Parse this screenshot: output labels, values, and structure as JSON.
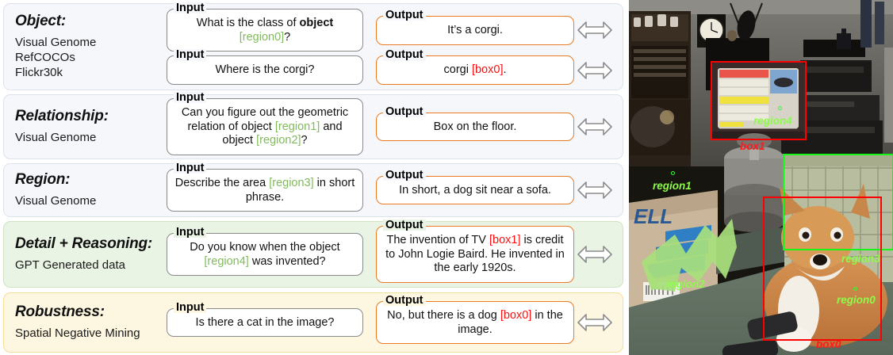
{
  "rows": [
    {
      "id": "object",
      "theme": "blue",
      "title": "Object:",
      "datasets": [
        "Visual Genome",
        "RefCOCOs",
        "Flickr30k"
      ],
      "pairs": [
        {
          "input_label": "Input",
          "input_parts": [
            {
              "t": "What is the class of ",
              "s": "plain"
            },
            {
              "t": "object",
              "s": "bold"
            },
            {
              "t": " ",
              "s": "plain"
            },
            {
              "t": "[region0]",
              "s": "region"
            },
            {
              "t": "?",
              "s": "plain"
            }
          ],
          "output_label": "Output",
          "output_parts": [
            {
              "t": "It’s a corgi.",
              "s": "plain"
            }
          ]
        },
        {
          "input_label": "Input",
          "input_parts": [
            {
              "t": "Where is the corgi?",
              "s": "plain"
            }
          ],
          "output_label": "Output",
          "output_parts": [
            {
              "t": "corgi ",
              "s": "plain"
            },
            {
              "t": "[box0]",
              "s": "box"
            },
            {
              "t": ".",
              "s": "plain"
            }
          ]
        }
      ]
    },
    {
      "id": "relationship",
      "theme": "blue",
      "title": "Relationship:",
      "datasets": [
        "Visual Genome"
      ],
      "pairs": [
        {
          "input_label": "Input",
          "input_parts": [
            {
              "t": "Can you figure out the geometric relation of object ",
              "s": "plain"
            },
            {
              "t": "[region1]",
              "s": "region"
            },
            {
              "t": " and object  ",
              "s": "plain"
            },
            {
              "t": "[region2]",
              "s": "region"
            },
            {
              "t": "?",
              "s": "plain"
            }
          ],
          "output_label": "Output",
          "output_parts": [
            {
              "t": "Box on the floor.",
              "s": "plain"
            }
          ]
        }
      ]
    },
    {
      "id": "region",
      "theme": "blue",
      "title": "Region:",
      "datasets": [
        "Visual Genome"
      ],
      "pairs": [
        {
          "input_label": "Input",
          "input_parts": [
            {
              "t": "Describe the area ",
              "s": "plain"
            },
            {
              "t": "[region3]",
              "s": "region"
            },
            {
              "t": " in short phrase.",
              "s": "plain"
            }
          ],
          "output_label": "Output",
          "output_parts": [
            {
              "t": "In short, a dog sit near a sofa.",
              "s": "plain"
            }
          ]
        }
      ]
    },
    {
      "id": "detail-reasoning",
      "theme": "green",
      "title": "Detail + Reasoning:",
      "datasets": [
        "GPT Generated data"
      ],
      "pairs": [
        {
          "input_label": "Input",
          "input_parts": [
            {
              "t": "Do you know when the object ",
              "s": "plain"
            },
            {
              "t": "[region4]",
              "s": "region"
            },
            {
              "t": " was invented?",
              "s": "plain"
            }
          ],
          "output_label": "Output",
          "output_parts": [
            {
              "t": "The invention of TV ",
              "s": "plain"
            },
            {
              "t": "[box1]",
              "s": "box"
            },
            {
              "t": " is credit to John Logie Baird. He invented in the early 1920s.",
              "s": "plain"
            }
          ]
        }
      ]
    },
    {
      "id": "robustness",
      "theme": "yellow",
      "title": "Robustness:",
      "datasets": [
        "Spatial Negative Mining"
      ],
      "pairs": [
        {
          "input_label": "Input",
          "input_parts": [
            {
              "t": "Is there a cat in the image?",
              "s": "plain"
            }
          ],
          "output_label": "Output",
          "output_parts": [
            {
              "t": "No, but there is a dog ",
              "s": "plain"
            },
            {
              "t": "[box0]",
              "s": "box"
            },
            {
              "t": " in the image.",
              "s": "plain"
            }
          ]
        }
      ]
    }
  ],
  "photo": {
    "alt": "living room scene with a corgi dog, a CRT television, a DELL cardboard box and a plaid sofa",
    "annotations": [
      {
        "kind": "bbox",
        "color": "red",
        "name": "box1"
      },
      {
        "kind": "bbox",
        "color": "red",
        "name": "box0"
      },
      {
        "kind": "bbox",
        "color": "green",
        "name": "region3"
      },
      {
        "kind": "label",
        "color": "red",
        "text": "box1"
      },
      {
        "kind": "label",
        "color": "red",
        "text": "box0"
      },
      {
        "kind": "label",
        "color": "green",
        "text": "region4"
      },
      {
        "kind": "label",
        "color": "green",
        "text": "region1"
      },
      {
        "kind": "label",
        "color": "green",
        "text": "region2"
      },
      {
        "kind": "label",
        "color": "green",
        "text": "region3"
      },
      {
        "kind": "label",
        "color": "green",
        "text": "region0"
      }
    ]
  },
  "colors": {
    "region_text": "#82bb5c",
    "box_text": "#fc1010",
    "output_border": "#ec7a22",
    "input_border": "#8a8a8a",
    "row_blue_bg": "#f5f7fb",
    "row_green_bg": "#eaf4e4",
    "row_yellow_bg": "#fdf6e0",
    "bbox_red": "#ff0000",
    "bbox_green": "#16f516",
    "marker_green": "#8dfb4a"
  }
}
